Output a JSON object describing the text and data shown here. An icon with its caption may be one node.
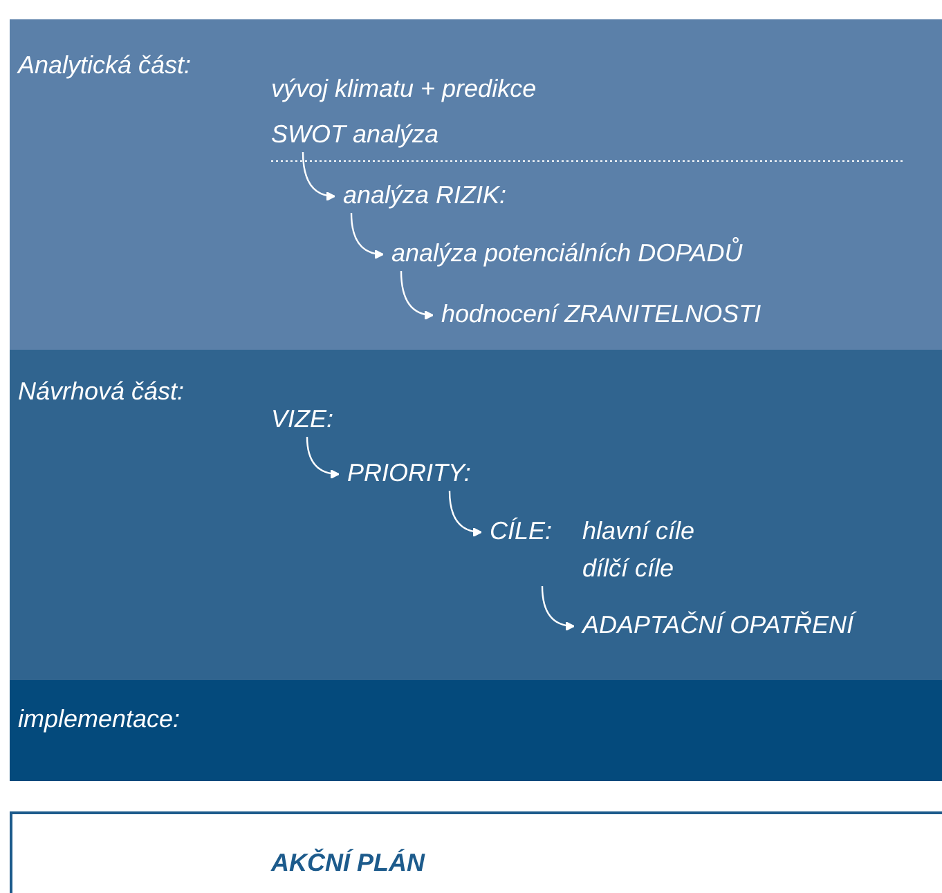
{
  "diagram": {
    "nodes": [
      {
        "text": [
          "Analytická část:"
        ]
      },
      {
        "text": [
          "vývoj klimatu + predikce"
        ],
        "in": 0
      },
      {
        "text": [
          "SWOT analýza"
        ],
        "in": 0
      },
      {
        "text": [
          "analýza RIZIK:"
        ],
        "in": 0
      },
      {
        "text": [
          "analýza potenciálních DOPADŮ"
        ],
        "in": 0
      },
      {
        "text": [
          "hodnocení ZRANITELNOSTI"
        ],
        "in": 0
      },
      {
        "text": [
          "Návrhová část:"
        ]
      },
      {
        "text": [
          "VIZE:"
        ],
        "in": 6
      },
      {
        "text": [
          "PRIORITY:"
        ],
        "in": 6
      },
      {
        "text": [
          "CÍLE:"
        ],
        "in": 6,
        "beside": [
          "hlavní cíle",
          "dílčí cíle"
        ]
      },
      {
        "text": [
          "ADAPTAČNÍ OPATŘENÍ"
        ],
        "in": 6
      },
      {
        "text": [
          "implementace:"
        ]
      },
      {
        "text": [
          "AKČNÍ PLÁN"
        ]
      }
    ],
    "edges": [
      {
        "from": 2,
        "to": 3,
        "arrow": "to"
      },
      {
        "from": 3,
        "to": 4,
        "arrow": "to"
      },
      {
        "from": 4,
        "to": 5,
        "arrow": "to"
      },
      {
        "from": 7,
        "to": 8,
        "arrow": "to"
      },
      {
        "from": 8,
        "to": 9,
        "arrow": "to"
      },
      {
        "from": 9,
        "to": 10,
        "arrow": "to"
      }
    ]
  }
}
